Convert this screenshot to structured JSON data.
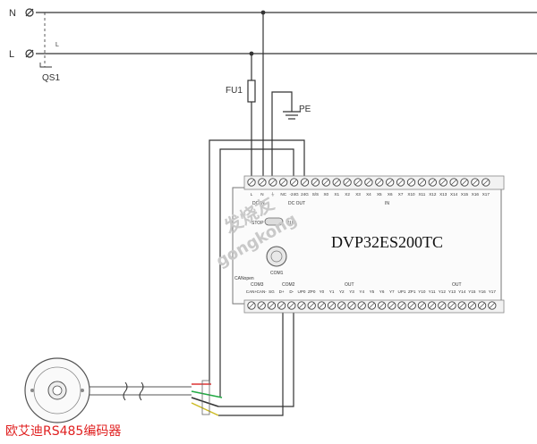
{
  "supply": {
    "neutral_label": "N",
    "line_label": "L",
    "small_l": "L",
    "breaker_label": "QS1"
  },
  "fuse_label": "FU1",
  "earth_label": "PE",
  "plc": {
    "model": "DVP32ES200TC",
    "top_left_labels": [
      "L",
      "N",
      "⏚",
      "NC",
      "-24G",
      "24G",
      "S/S",
      "X0",
      "X1",
      "X2",
      "X3",
      "X4",
      "X5",
      "X6",
      "X7",
      "X10",
      "X11",
      "X12",
      "X13",
      "X14",
      "X15",
      "X16",
      "X17"
    ],
    "in_section": "IN",
    "dc_in": "DC IN",
    "dc_out": "DC OUT",
    "stop_label": "STOP",
    "run_label": "RUN",
    "com1_label": "COM1",
    "canopen_label": "CANopen",
    "bottom_labels": [
      "CAN+",
      "CAN-",
      "SG",
      "D+",
      "D-",
      "UP0",
      "ZP0",
      "Y0",
      "Y1",
      "Y2",
      "Y3",
      "Y4",
      "Y5",
      "Y6",
      "Y7",
      "UP1",
      "ZP1",
      "Y10",
      "Y11",
      "Y12",
      "Y13",
      "Y14",
      "Y15",
      "Y16",
      "Y17"
    ],
    "com2_label": "COM2",
    "com3_label": "COM3",
    "out_label": "OUT"
  },
  "encoder_caption": "欧艾迪RS485编码器",
  "watermark": [
    "发烧友",
    "gongkong"
  ]
}
